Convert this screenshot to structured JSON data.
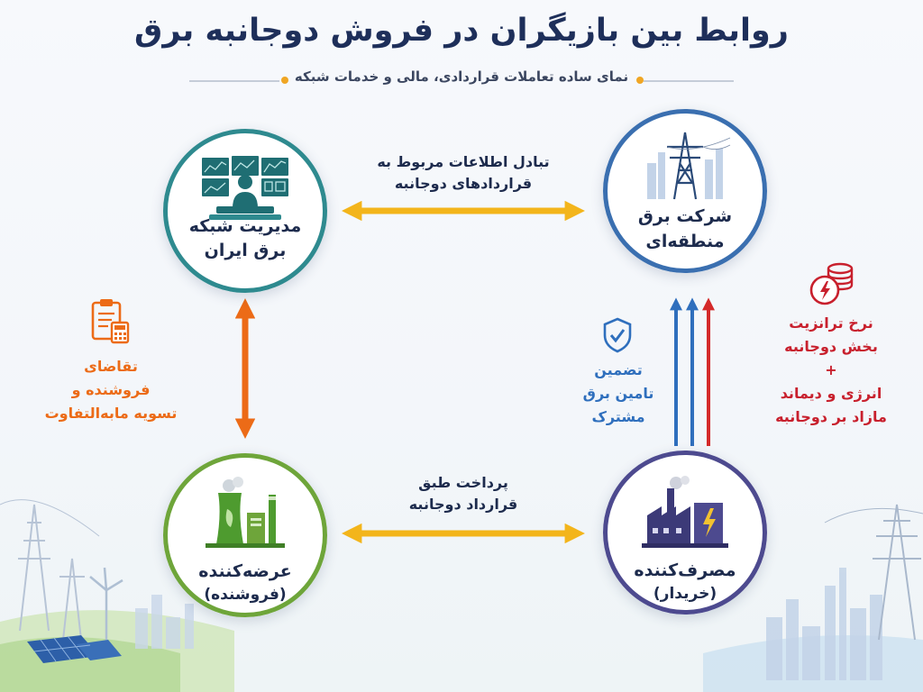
{
  "header": {
    "title": "روابط بین بازیگران در فروش دوجانبه برق",
    "subtitle": "نمای ساده تعاملات قراردادی، مالی و خدمات شبکه"
  },
  "nodes": {
    "grid_operator": {
      "line1": "مدیریت شبکه",
      "line2": "برق ایران",
      "color": "#2e8a8f",
      "icon": "control-room-icon"
    },
    "regional_company": {
      "line1": "شرکت برق",
      "line2": "منطقه‌ای",
      "color": "#3a6fb0",
      "icon": "transmission-tower-icon"
    },
    "supplier": {
      "line1": "عرضه‌کننده",
      "line2": "(فروشنده)",
      "color": "#6ea53a",
      "icon": "power-plant-icon"
    },
    "consumer": {
      "line1": "مصرف‌کننده",
      "line2": "(خریدار)",
      "color": "#4d4a8f",
      "icon": "factory-icon"
    }
  },
  "edges": {
    "info_exchange": {
      "line1": "تبادل اطلاعات مربوط به",
      "line2": "قراردادهای دوجانبه",
      "color": "#f3b51b"
    },
    "payment": {
      "line1": "پرداخت طبق",
      "line2": "قرارداد دوجانبه",
      "color": "#f3b51b"
    },
    "demand": {
      "line1": "تقاضای",
      "line2": "فروشنده و",
      "line3": "تسویه مابه‌التفاوت",
      "color": "#ec6b17",
      "icon": "clipboard-calculator-icon"
    },
    "guarantee": {
      "line1": "تضمین",
      "line2": "تامین برق",
      "line3": "مشترک",
      "color": "#2f6fbd",
      "icon": "shield-check-icon"
    },
    "transit": {
      "line1": "نرخ ترانزیت",
      "line2": "بخش دوجانبه",
      "plus": "+",
      "line3": "انرژی و دیماند",
      "line4": "مازاد بر دوجانبه",
      "color": "#c8202d",
      "icon": "coins-bolt-icon"
    }
  }
}
